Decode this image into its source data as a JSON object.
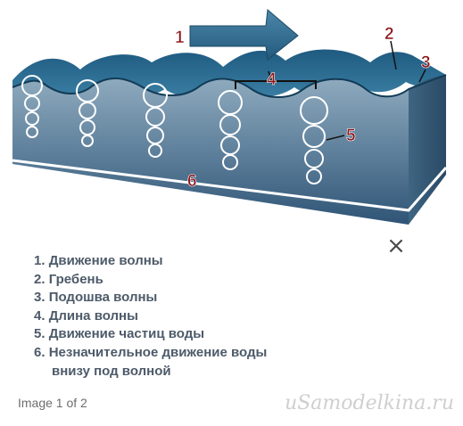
{
  "diagram": {
    "callouts": [
      "1",
      "2",
      "3",
      "4",
      "5",
      "6"
    ],
    "colors": {
      "wave_top": "#2d6e92",
      "wave_side": "#6f8fa6",
      "water_front": "#4d6f8d",
      "arrow": "#2f6a8c",
      "callout_text": "#8b1418"
    }
  },
  "legend": {
    "items": [
      {
        "num": "1.",
        "text": "Движение волны"
      },
      {
        "num": "2.",
        "text": "Гребень"
      },
      {
        "num": "3.",
        "text": "Подошва волны"
      },
      {
        "num": "4.",
        "text": "Длина волны"
      },
      {
        "num": "5.",
        "text": "Движение частиц воды"
      },
      {
        "num": "6.",
        "text": "Незначительное движение воды",
        "text2": "внизу под волной"
      }
    ]
  },
  "close_icon": "×",
  "counter": "Image 1 of 2",
  "watermark": "uSamodelkina.ru"
}
